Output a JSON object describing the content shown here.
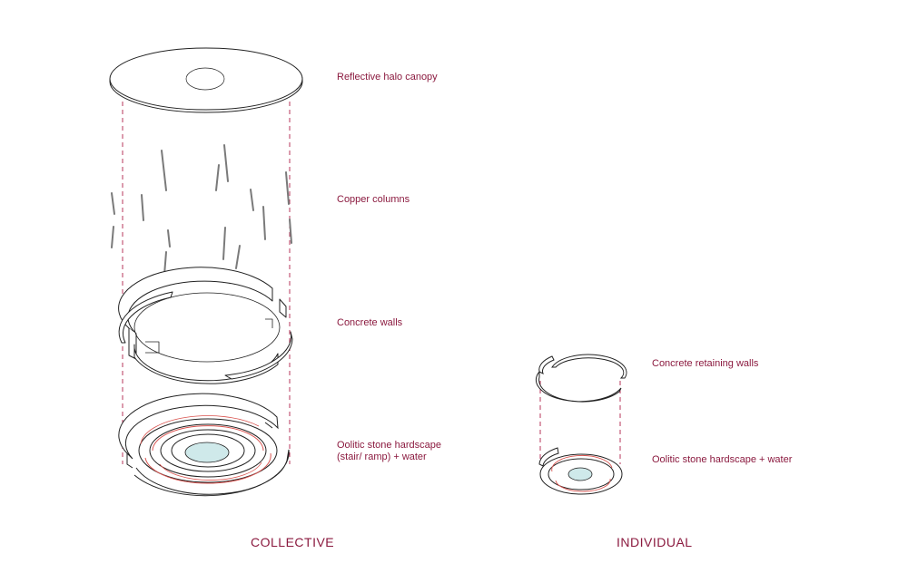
{
  "colors": {
    "label": "#8b1a3f",
    "guide": "#b0224a",
    "line": "#222222",
    "water": "#cfe9ea",
    "path_accent": "#d9534f",
    "column": "#777777"
  },
  "collective": {
    "caption": "COLLECTIVE",
    "labels": {
      "canopy": "Reflective halo canopy",
      "columns": "Copper columns",
      "walls": "Concrete walls",
      "hardscape_line1": "Oolitic stone hardscape",
      "hardscape_line2": "(stair/ ramp) + water"
    }
  },
  "individual": {
    "caption": "INDIVIDUAL",
    "labels": {
      "retaining_walls": "Concrete retaining walls",
      "hardscape": "Oolitic stone hardscape + water"
    }
  }
}
